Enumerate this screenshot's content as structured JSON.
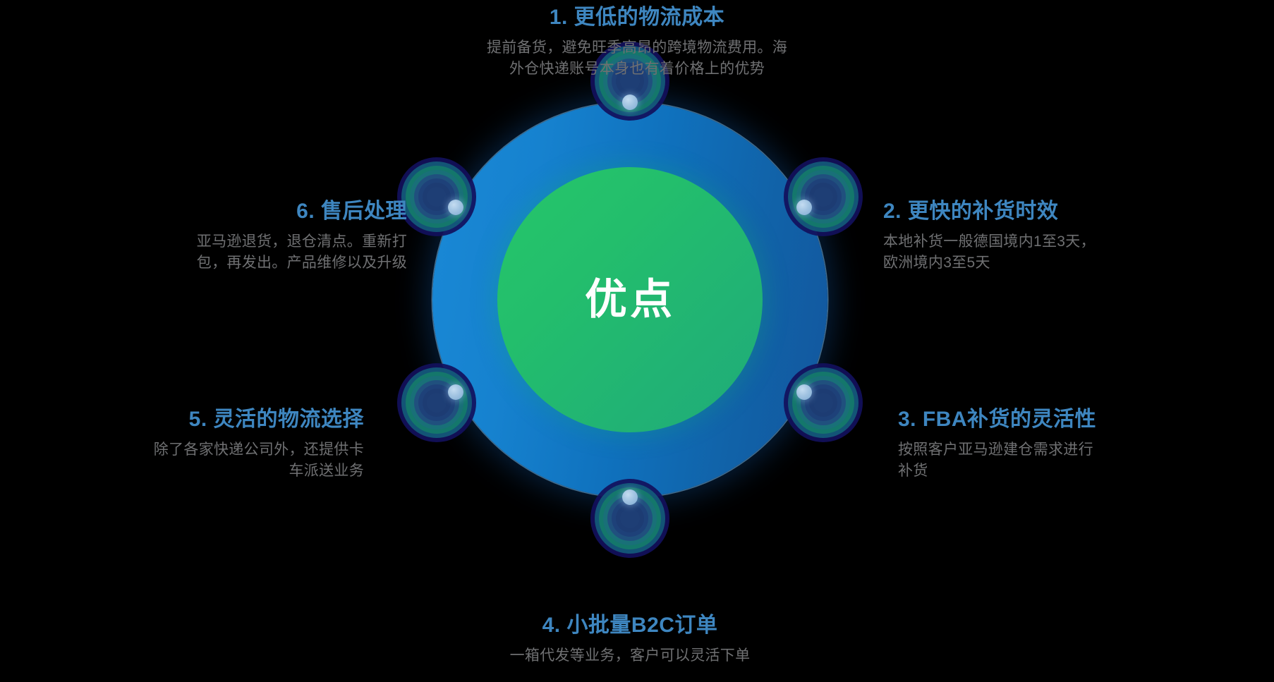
{
  "background_color": "#000000",
  "theme": {
    "heading_color": "#3e86c0",
    "body_color": "#6f7072",
    "outer_circle_from": "#1a89d6",
    "outer_circle_to": "#12569d",
    "inner_circle_from": "#26c66a",
    "inner_circle_to": "#20ab79",
    "node_dot_color": "#a2c4e2",
    "center_text_color": "#ffffff"
  },
  "center": {
    "label": "优点"
  },
  "items": [
    {
      "index": "1",
      "title": "1. 更低的物流成本",
      "body": "提前备货，避免旺季高昂的跨境物流费用。海\n外仓快递账号本身也有着价格上的优势",
      "body_line1": "提前备货，避免旺季高昂的跨境物流费用。海",
      "body_line2": "外仓快递账号本身也有着价格上的优势",
      "node_name": "node-marker-1"
    },
    {
      "index": "2",
      "title": "2. 更快的补货时效",
      "body": "本地补货一般德国境内1至3天，\n欧洲境内3至5天",
      "body_line1": "本地补货一般德国境内1至3天，",
      "body_line2": "欧洲境内3至5天",
      "node_name": "node-marker-2"
    },
    {
      "index": "3",
      "title": "3. FBA补货的灵活性",
      "body": "按照客户亚马逊建仓需求进行\n补货",
      "body_line1": "按照客户亚马逊建仓需求进行",
      "body_line2": "补货",
      "node_name": "node-marker-3"
    },
    {
      "index": "4",
      "title": "4. 小批量B2C订单",
      "body": "一箱代发等业务，客户可以灵活下单",
      "body_line1": "一箱代发等业务，客户可以灵活下单",
      "body_line2": "",
      "node_name": "node-marker-4"
    },
    {
      "index": "5",
      "title": "5. 灵活的物流选择",
      "body": "除了各家快递公司外，还提供卡\n车派送业务",
      "body_line1": "除了各家快递公司外，还提供卡",
      "body_line2": "车派送业务",
      "node_name": "node-marker-5"
    },
    {
      "index": "6",
      "title": "6. 售后处理",
      "body": "亚马逊退货，退仓清点。重新打\n包，再发出。产品维修以及升级",
      "body_line1": "亚马逊退货，退仓清点。重新打",
      "body_line2": "包，再发出。产品维修以及升级",
      "node_name": "node-marker-6"
    }
  ]
}
